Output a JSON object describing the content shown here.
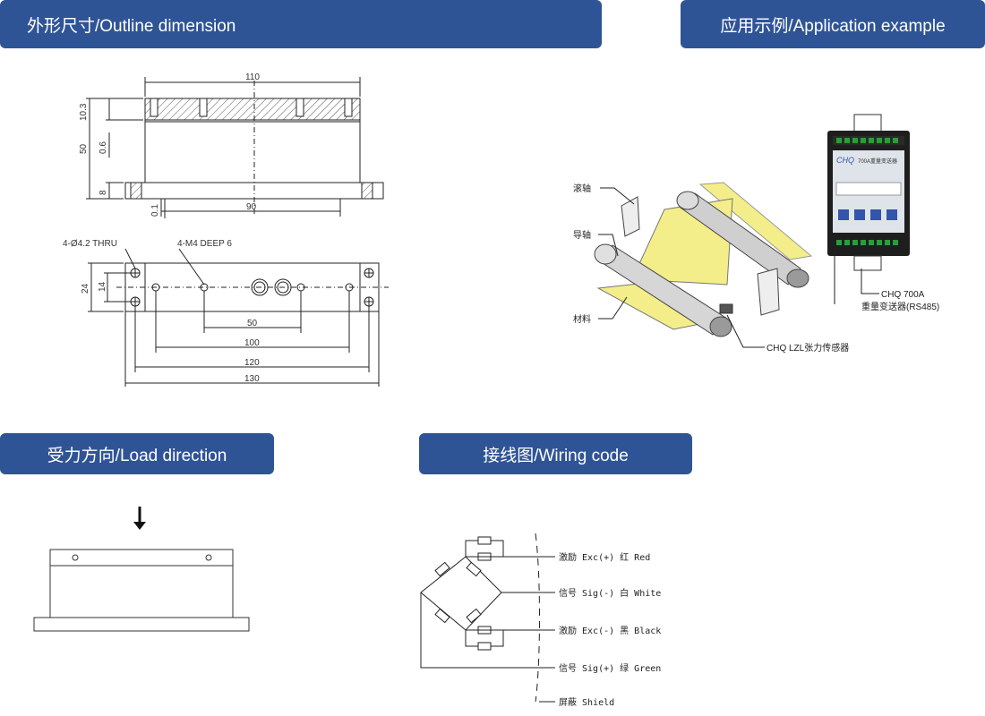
{
  "headers": {
    "outline": "外形尺寸/Outline dimension",
    "application": "应用示例/Application example",
    "load": "受力方向/Load direction",
    "wiring": "接线图/Wiring code"
  },
  "outline": {
    "dims": {
      "w110": "110",
      "h10_3": "10.3",
      "h50": "50",
      "h0_6": "0.6",
      "h8": "8",
      "h0_1": "0.1",
      "w90": "90",
      "thru": "4-Ø4.2 THRU",
      "m4": "4-M4 DEEP 6",
      "h24": "24",
      "h14": "14",
      "w50": "50",
      "w100": "100",
      "w120": "120",
      "w130": "130"
    }
  },
  "application": {
    "roller": "滚轴",
    "guide": "导轴",
    "material": "材料",
    "model": "CHQ 700A",
    "transmitter": "重量变送器(RS485)",
    "sensor": "CHQ LZL张力传感器",
    "device_brand": "CHQ",
    "device_title": "700A重量变送器"
  },
  "wiring": {
    "lines": [
      "激励 Exc(+) 红 Red",
      "信号 Sig(-) 白 White",
      "激励 Exc(-) 黑 Black",
      "信号 Sig(+) 绿 Green",
      "屏蔽 Shield"
    ]
  },
  "colors": {
    "header_bg": "#2f5496",
    "material_yellow": "#f3ee8a",
    "device_dark": "#1e1e1e",
    "device_blue": "#3355aa",
    "terminal_green": "#2e9a3e"
  }
}
